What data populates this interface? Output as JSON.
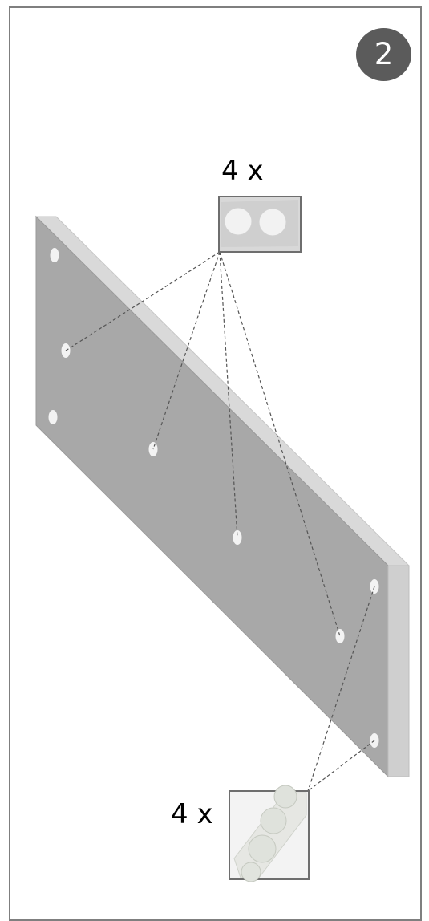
{
  "step": {
    "number": "2"
  },
  "quantities": {
    "top": "4 x",
    "bottom": "4 x"
  },
  "colors": {
    "frame": "#7f7f7f",
    "badge": "#5b5b5b",
    "panel_face": "#a8a8a8",
    "panel_top": "#d9d9d9",
    "panel_side": "#cfcfcf",
    "dot": "#f3f3f3",
    "leader_line": "#555555"
  },
  "icons": {
    "top_inset": "felt-pad-sheet-icon",
    "bottom_inset": "rubber-bumper-strip-icon"
  }
}
